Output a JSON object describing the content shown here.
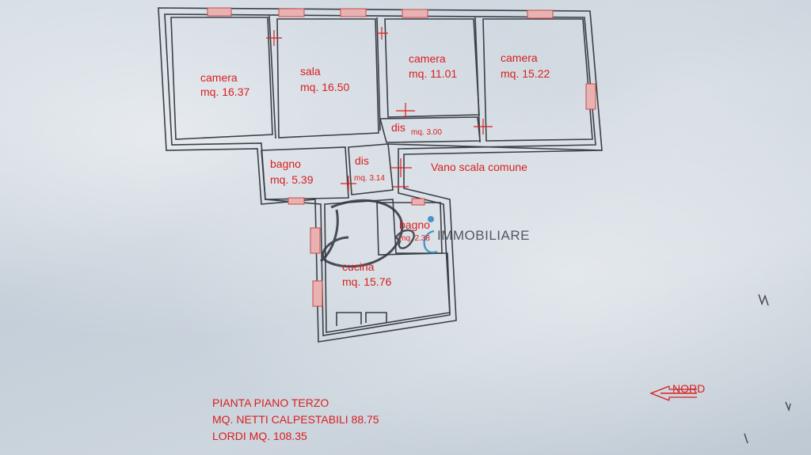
{
  "rooms": [
    {
      "name": "camera",
      "area": "mq. 16.37"
    },
    {
      "name": "sala",
      "area": "mq. 16.50"
    },
    {
      "name": "camera",
      "area": "mq. 11.01"
    },
    {
      "name": "camera",
      "area": "mq. 15.22"
    },
    {
      "name": "bagno",
      "area": "mq. 5.39"
    },
    {
      "name": "cucina",
      "area": "mq. 15.76"
    },
    {
      "name": "bagno",
      "area": "mq. 2.38"
    }
  ],
  "corridors": [
    {
      "name": "dis",
      "area": "mq. 3.00"
    },
    {
      "name": "dis",
      "area": "mq. 3.14"
    }
  ],
  "stairwell": "Vano scala comune",
  "north": "NORD",
  "watermark": "IMMOBILIARE",
  "footer": {
    "line1": "PIANTA PIANO TERZO",
    "line2": "MQ. NETTI CALPESTABILI 88.75",
    "line3": "LORDI MQ. 108.35"
  },
  "colors": {
    "ink": "#d91f1f",
    "walls": "#3b3f47",
    "paper": "#c9d3dc"
  }
}
